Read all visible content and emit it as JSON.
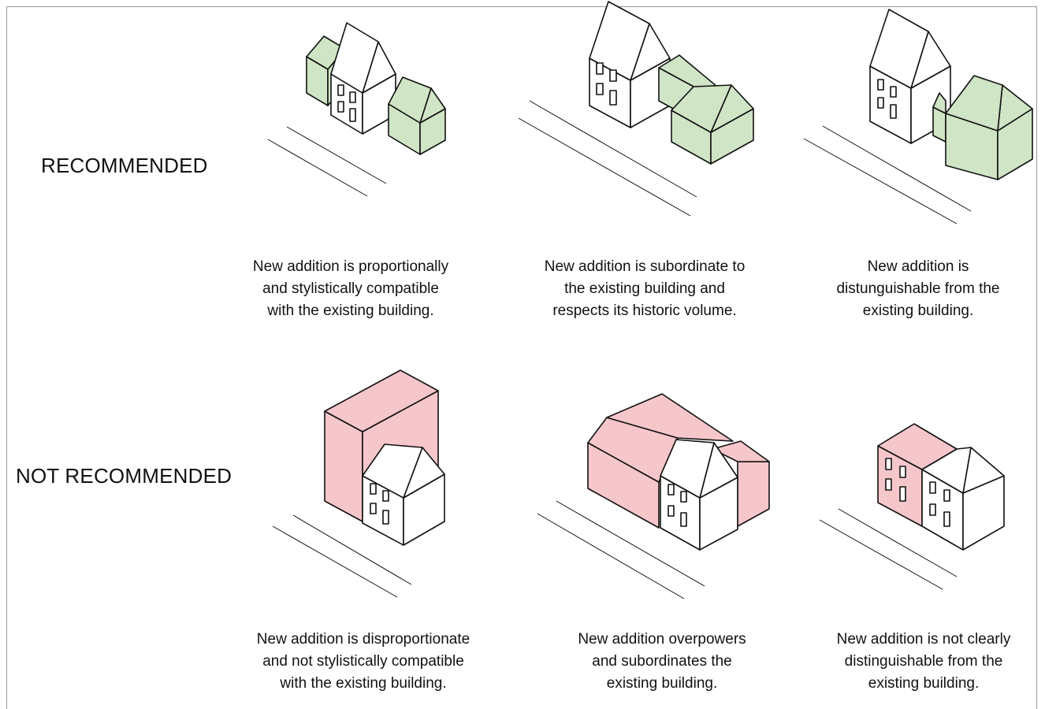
{
  "rows": [
    {
      "label": "RECOMMENDED",
      "highlight_color": "#cfe5c6",
      "examples": [
        {
          "caption_lines": [
            "New addition is proportionally",
            "and stylistically compatible",
            "with the existing building."
          ]
        },
        {
          "caption_lines": [
            "New addition is subordinate to",
            "the existing building and",
            "respects its historic volume."
          ]
        },
        {
          "caption_lines": [
            "New addition is",
            "distunguishable from the",
            "existing building."
          ]
        }
      ]
    },
    {
      "label": "NOT RECOMMENDED",
      "highlight_color": "#f5c6ca",
      "examples": [
        {
          "caption_lines": [
            "New addition is disproportionate",
            "and not stylistically compatible",
            "with the existing building."
          ]
        },
        {
          "caption_lines": [
            "New addition overpowers",
            "and subordinates the",
            "existing building."
          ]
        },
        {
          "caption_lines": [
            "New addition is not clearly",
            "distinguishable from the",
            "existing building."
          ]
        }
      ]
    }
  ]
}
